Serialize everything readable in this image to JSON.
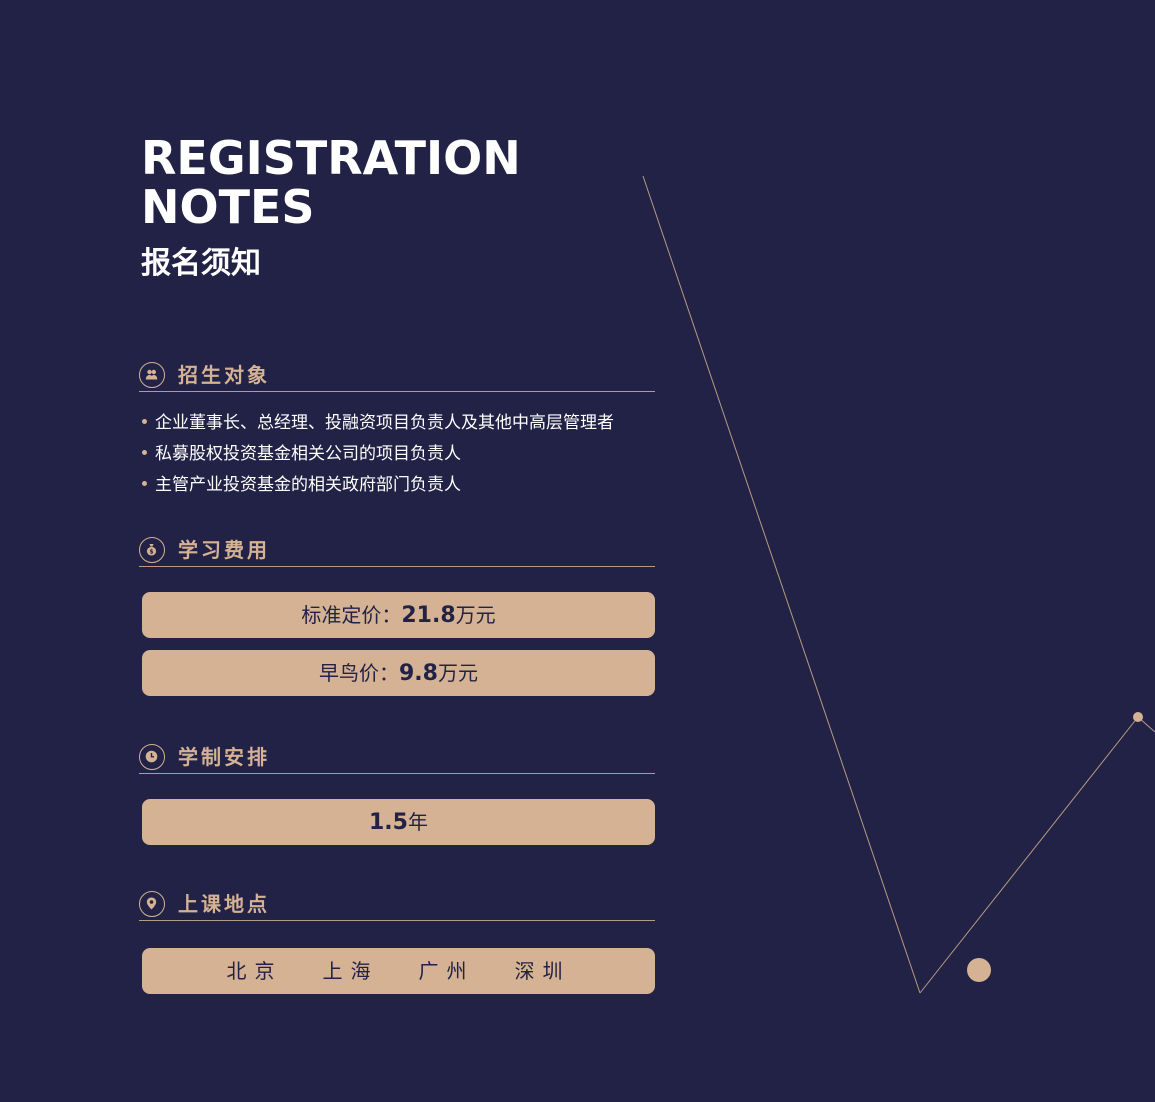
{
  "title": {
    "en_line1": "REGISTRATION",
    "en_line2": "NOTES",
    "cn": "报名须知"
  },
  "sections": {
    "audience": {
      "icon": "people-icon",
      "label": "招生对象",
      "items": [
        "企业董事长、总经理、投融资项目负责人及其他中高层管理者",
        "私募股权投资基金相关公司的项目负责人",
        "主管产业投资基金的相关政府部门负责人"
      ]
    },
    "fees": {
      "icon": "money-bag-icon",
      "label": "学习费用",
      "standard": {
        "prefix": "标准定价：",
        "value": "21.8",
        "unit": "万元"
      },
      "early_bird": {
        "prefix": "早鸟价：",
        "value": "9.8",
        "unit": "万元"
      }
    },
    "schedule": {
      "icon": "clock-icon",
      "label": "学制安排",
      "duration": {
        "value": "1.5",
        "unit": "年"
      }
    },
    "locations": {
      "icon": "location-pin-icon",
      "label": "上课地点",
      "cities": [
        "北京",
        "上海",
        "广州",
        "深圳"
      ]
    }
  },
  "colors": {
    "background": "#222246",
    "accent": "#d4b293",
    "text": "#ffffff"
  }
}
